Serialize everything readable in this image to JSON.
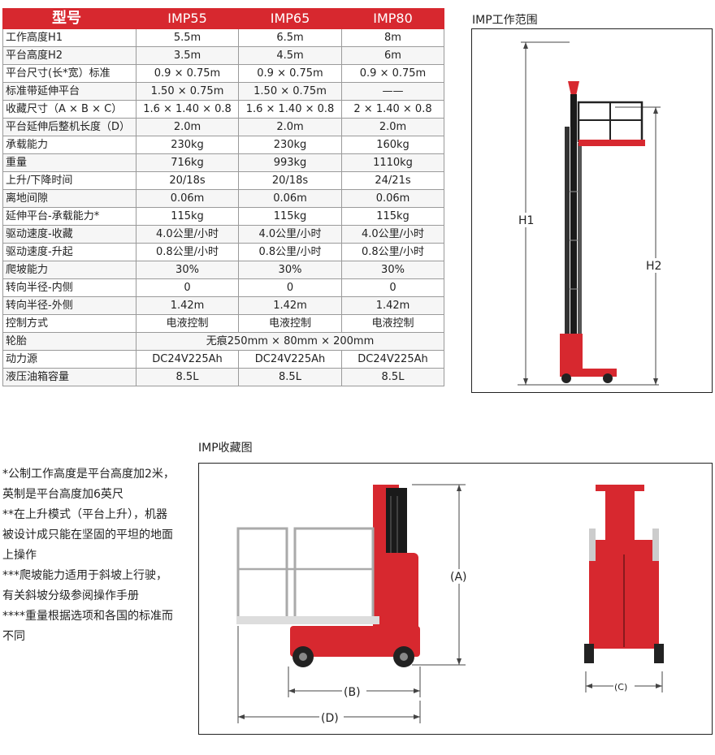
{
  "spec_table": {
    "header": [
      "型号",
      "IMP55",
      "IMP65",
      "IMP80"
    ],
    "rows": [
      {
        "label": "工作高度H1",
        "values": [
          "5.5m",
          "6.5m",
          "8m"
        ]
      },
      {
        "label": "平台高度H2",
        "values": [
          "3.5m",
          "4.5m",
          "6m"
        ]
      },
      {
        "label": "平台尺寸(长*宽）标准",
        "values": [
          "0.9 × 0.75m",
          "0.9 × 0.75m",
          "0.9 × 0.75m"
        ]
      },
      {
        "label": "标准带延伸平台",
        "values": [
          "1.50 × 0.75m",
          "1.50 × 0.75m",
          "——"
        ]
      },
      {
        "label": "收藏尺寸（A × B × C）",
        "values": [
          "1.6 × 1.40 × 0.8",
          "1.6 × 1.40 × 0.8",
          "2 × 1.40 × 0.8"
        ]
      },
      {
        "label": "平台延伸后整机长度（D）",
        "values": [
          "2.0m",
          "2.0m",
          "2.0m"
        ]
      },
      {
        "label": "承载能力",
        "values": [
          "230kg",
          "230kg",
          "160kg"
        ]
      },
      {
        "label": "重量",
        "values": [
          "716kg",
          "993kg",
          "1110kg"
        ]
      },
      {
        "label": "上升/下降时间",
        "values": [
          "20/18s",
          "20/18s",
          "24/21s"
        ]
      },
      {
        "label": "离地间隙",
        "values": [
          "0.06m",
          "0.06m",
          "0.06m"
        ]
      },
      {
        "label": "延伸平台-承载能力*",
        "values": [
          "115kg",
          "115kg",
          "115kg"
        ]
      },
      {
        "label": "驱动速度-收藏",
        "values": [
          "4.0公里/小时",
          "4.0公里/小时",
          "4.0公里/小时"
        ]
      },
      {
        "label": "驱动速度-升起",
        "values": [
          "0.8公里/小时",
          "0.8公里/小时",
          "0.8公里/小时"
        ]
      },
      {
        "label": "爬坡能力",
        "values": [
          "30%",
          "30%",
          "30%"
        ]
      },
      {
        "label": "转向半径-内侧",
        "values": [
          "0",
          "0",
          "0"
        ]
      },
      {
        "label": "转向半径-外侧",
        "values": [
          "1.42m",
          "1.42m",
          "1.42m"
        ]
      },
      {
        "label": "控制方式",
        "values": [
          "电液控制",
          "电液控制",
          "电液控制"
        ]
      },
      {
        "label": "轮胎",
        "merged": "无痕250mm × 80mm × 200mm"
      },
      {
        "label": "动力源",
        "values": [
          "DC24V225Ah",
          "DC24V225Ah",
          "DC24V225Ah"
        ]
      },
      {
        "label": "液压油箱容量",
        "values": [
          "8.5L",
          "8.5L",
          "8.5L"
        ]
      }
    ]
  },
  "work_range": {
    "title": "IMP工作范围",
    "h1_label": "H1",
    "h2_label": "H2"
  },
  "stowed": {
    "title": "IMP收藏图",
    "a_label": "(A)",
    "b_label": "(B)",
    "c_label": "(C)",
    "d_label": "(D)"
  },
  "notes": [
    "*公制工作高度是平台高度加2米，英制是平台高度加6英尺",
    "**在上升模式（平台上升），机器被设计成只能在坚固的平坦的地面上操作",
    "***爬坡能力适用于斜坡上行驶，有关斜坡分级参阅操作手册",
    "****重量根据选项和各国的标准而不同"
  ],
  "colors": {
    "brand_red": "#d7282f",
    "dark_red": "#b01e24",
    "border": "#9a9a9a"
  }
}
